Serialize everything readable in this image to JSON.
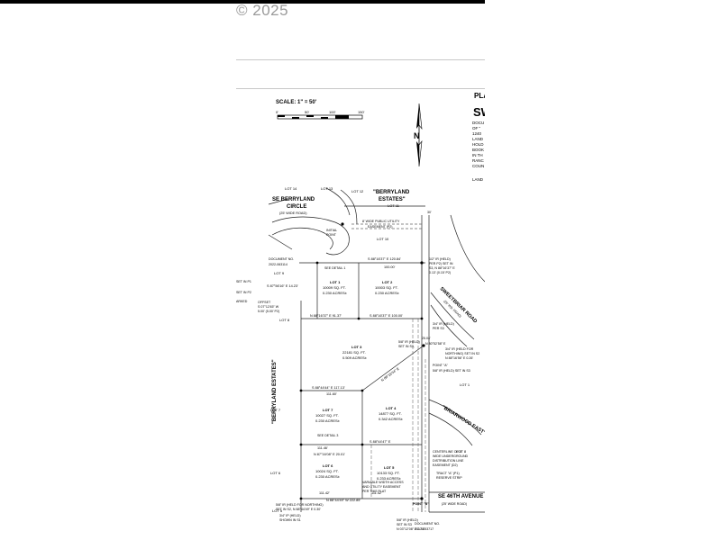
{
  "watermark": "© 2025",
  "scale": {
    "label": "SCALE: 1\" = 50'",
    "ticks": [
      "0'",
      "50'",
      "100'",
      "150'"
    ]
  },
  "north_label": "N",
  "title_block": {
    "lines": [
      "PLA",
      "SW"
    ],
    "notes": [
      "DOCU",
      "OF \"",
      "1240",
      "LAND",
      "HOLD",
      "BOOK",
      "IN TH",
      "RANC",
      "COUN",
      "LAND"
    ]
  },
  "street_names": {
    "berryland_circle": [
      "SE BERRYLAND",
      "CIRCLE"
    ],
    "berryland_circle_width": "(25' WIDE ROAD)",
    "sweetbriar_road": "SWEETBRIAR ROAD",
    "sweetbriar_width": "(25' WD. ROAD)",
    "briarwood_east": "\"BRIARWOOD EAST\"",
    "se_46th": "SE 46TH AVENUE",
    "se_46th_width": "(25' WIDE ROAD)"
  },
  "subdivisions": {
    "berryland_estates_top": [
      "\"BERRYLAND",
      "ESTATES\""
    ],
    "berryland_estates_side": "\"BERRYLAND ESTATES\""
  },
  "lots": [
    {
      "name": "LOT 1",
      "area": "10009 SQ. FT.",
      "acres": "0.230 ACRES±"
    },
    {
      "name": "LOT 2",
      "area": "10003 SQ. FT.",
      "acres": "0.230 ACRES±"
    },
    {
      "name": "LOT 3",
      "area": "22181 SQ. FT.",
      "acres": "0.509 ACRES±"
    },
    {
      "name": "LOT 4",
      "area": "14877 SQ. FT.",
      "acres": "0.342 ACRES±"
    },
    {
      "name": "LOT 5",
      "area": "10133 SQ. FT.",
      "acres": "0.233 ACRES±"
    },
    {
      "name": "LOT 6",
      "area": "10024 SQ. FT.",
      "acres": "0.230 ACRES±"
    },
    {
      "name": "LOT 7",
      "area": "10027 SQ. FT.",
      "acres": "0.230 ACRES±"
    }
  ],
  "neighbor_lots": [
    "LOT 14",
    "LOT 13",
    "LOT 12",
    "LOT 11",
    "LOT 10",
    "LOT 9",
    "LOT 8",
    "LOT 7",
    "LOT 6",
    "LOT 5",
    "LOT 1",
    "LOT 8"
  ],
  "bearings": {
    "b1": "S 88°16'37\" E 120.84'",
    "b2": "100.00'",
    "b3": "N 88°16'37\" E 91.37'",
    "b4": "S 88°16'37\" E 100.00'",
    "b5": "S 88°44'44\" E 117.13'",
    "b6": "111.60'",
    "b7": "S 88°44'47\" E",
    "b8": "111.46'",
    "b9": "N 88°44'49\" W 222.85'",
    "b10": "111.42'",
    "b11": "S 87°56'16\" E 14.23'",
    "b12": "S 07°12'45\" W",
    "b13": "N 88°16'54\" E",
    "b14": "111.42'",
    "b15": "N 87°16'08\" E 20.01'"
  },
  "annotations": {
    "public_utility": [
      "8' WIDE PUBLIC UTILITY",
      "EASEMENT (P2)"
    ],
    "initial_point": [
      "INITIAL",
      "POINT"
    ],
    "document_top": [
      "DOCUMENT NO.",
      "2022-063114"
    ],
    "document_bottom": [
      "DOCUMENT NO.",
      "2017-053717"
    ],
    "monument": [
      "1/2\" IR (HELD)",
      "PER P2) SET IN",
      "S3, N 88°16'37\" E",
      "0.13' (0.15' P2)"
    ],
    "see_detail_1": "SEE DETAIL 1",
    "see_detail_3": "SEE DETAIL 3",
    "point_a": [
      "POINT \"A\"",
      "5/8\" IR (HELD) SET IN S3"
    ],
    "point_b": "POINT \"B\"",
    "held_for_northing_right": [
      "3/4\" IR (HELD FOR",
      "NORTHING) SET IN S2",
      "N 88°16'56\" E 0.26'"
    ],
    "held_for_northing_left": [
      "5/8\" IR (HELD FOR NORTHING)",
      "SET IN S2, N 88°44'49\" E 0.30'"
    ],
    "held_shown": [
      "3/4\" IP (HELD)",
      "SHOWN IN S1"
    ],
    "access_easement": [
      "VARIABLE WIDTH ACCESS",
      "AND UTILITY EASEMENT",
      "PER THIS PLAT"
    ],
    "offset": [
      "OFFSET",
      "S 07°12'45\" W",
      "5.00' (5.00' P2)"
    ],
    "centerline": [
      "CENTERLINE OF 4'",
      "WIDE UNDERGROUND",
      "DISTRIBUTION LINE",
      "EASEMENT (D2)"
    ],
    "tract": [
      "TRACT \"A\" (P1)",
      "RESERVE STRIP"
    ],
    "set_in_p1": "SET IN P1",
    "set_in_p2": "SET IN P2",
    "arked": "ARKED",
    "lot_1_right": "LOT 1",
    "iron_per_s3": [
      "3/4\" IR (HELD)",
      "PER S3"
    ],
    "five_eight_held": [
      "5/8\" IR (HELD)",
      "SET IN S3,"
    ],
    "five_eight_bottom": [
      "5/8\" IR (HELD)",
      "SET IN S3",
      "N 03°12'08\" E 2.25'"
    ],
    "twenty_five": "25.04'",
    "dist_30": "30'",
    "bearing_n8052": "N 80°52'58\" E"
  },
  "colors": {
    "line": "#222222",
    "dashed": "#555555",
    "road": "#333333"
  }
}
